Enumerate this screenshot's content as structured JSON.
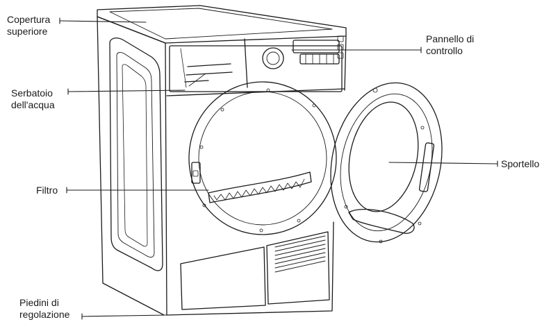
{
  "labels": {
    "top_cover": {
      "line1": "Copertura",
      "line2": "superiore"
    },
    "control_panel": {
      "line1": "Pannello di",
      "line2": "controllo"
    },
    "water_tank": {
      "line1": "Serbatoio",
      "line2": "dell'acqua"
    },
    "filter": {
      "line1": "Filtro"
    },
    "door": {
      "line1": "Sportello"
    },
    "feet": {
      "line1": "Piedini di",
      "line2": "regolazione"
    }
  },
  "colors": {
    "line": "#1a1a1a",
    "background": "#ffffff"
  }
}
